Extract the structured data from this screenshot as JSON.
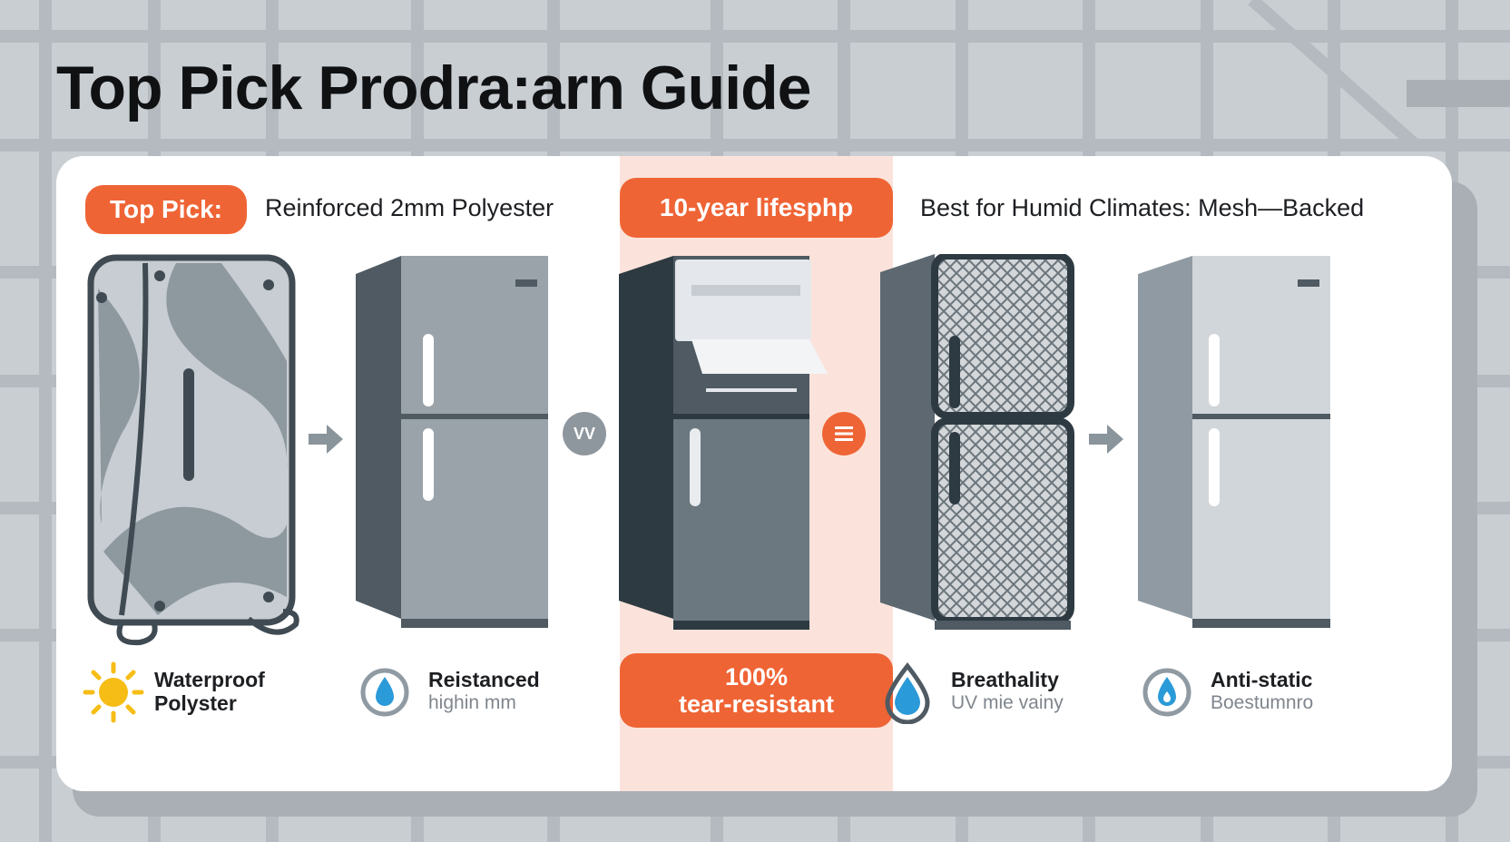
{
  "title": "Top Pick Prodra:arn Guide",
  "colors": {
    "accent": "#ef6435",
    "highlight_bg": "#fbe3db",
    "slate_dark": "#4f5a62",
    "slate_mid": "#8f9aa2"
  },
  "header": {
    "top_pick_badge": "Top Pick:",
    "top_pick_text": "Reinforced 2mm Polyester",
    "lifespan_badge": "10-year lifesphp",
    "humid_text": "Best for Humid Climates: Mesh—Backed"
  },
  "badges": {
    "vv": "VV",
    "menu_icon": "menu-icon"
  },
  "highlight_box": {
    "line1": "100%",
    "line2": "tear-resistant"
  },
  "features": [
    {
      "icon": "sun-icon",
      "title": "Waterproof",
      "subtitle": "Polyster"
    },
    {
      "icon": "water-drop-icon",
      "title": "Reistanced",
      "subtitle": "highin mm"
    },
    {
      "icon": "water-drop-icon",
      "title": "Breathality",
      "subtitle": "UV mie vainy"
    },
    {
      "icon": "water-drop-icon",
      "title": "Anti-static",
      "subtitle": "Boestumnro"
    }
  ]
}
